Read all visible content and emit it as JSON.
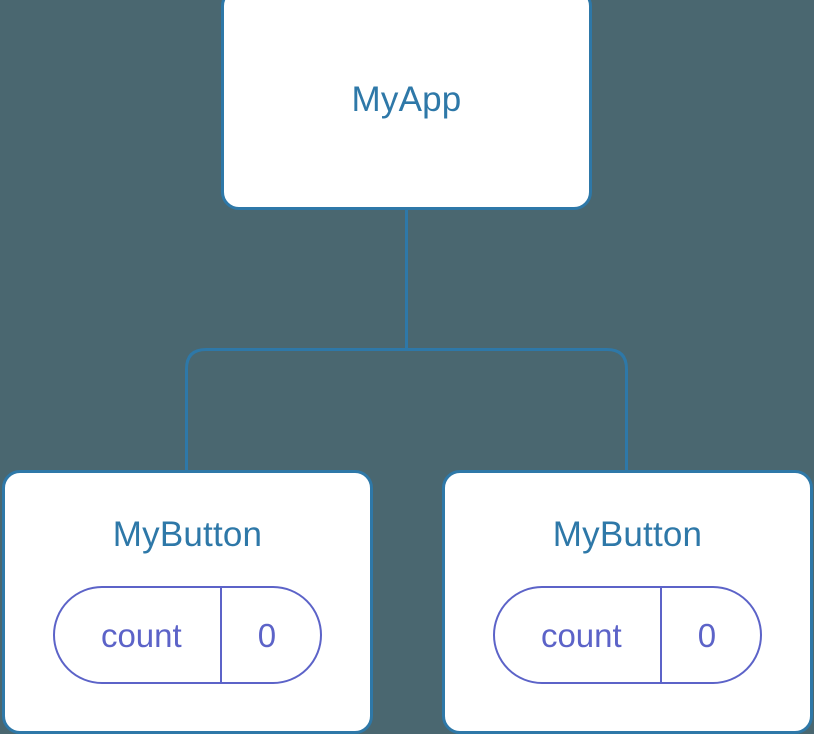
{
  "diagram": {
    "type": "component-tree",
    "background_color": "#4a6770",
    "node_border_color": "#2e78a8",
    "node_text_color": "#2e78a8",
    "node_fill_color": "#ffffff",
    "state_accent_color": "#5c63c8",
    "edge_color": "#2e78a8"
  },
  "root": {
    "label": "MyApp"
  },
  "children": [
    {
      "label": "MyButton",
      "state": {
        "key": "count",
        "value": "0"
      }
    },
    {
      "label": "MyButton",
      "state": {
        "key": "count",
        "value": "0"
      }
    }
  ]
}
